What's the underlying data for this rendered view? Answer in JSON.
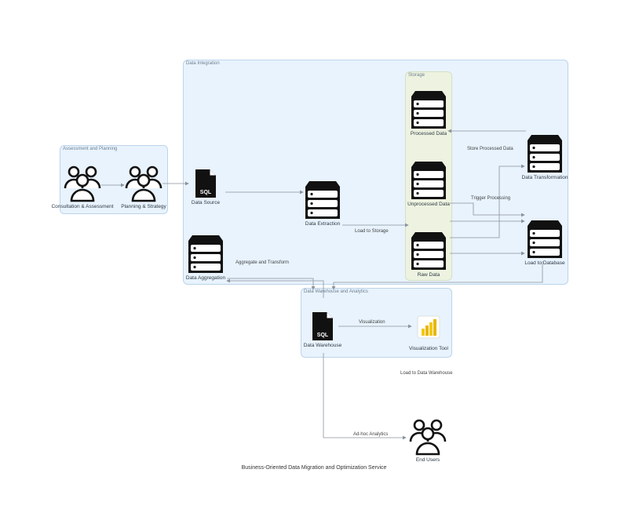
{
  "groups": {
    "assessment": "Assessment and Planning",
    "integration": "Data Integration",
    "storage": "Storage",
    "warehouse": "Data Warehouse and Analytics"
  },
  "nodes": {
    "consultation": "Consultation & Assessment",
    "planning": "Planning & Strategy",
    "data_source": "Data Source",
    "data_extraction": "Data Extraction",
    "data_aggregation": "Data Aggregation",
    "processed_data": "Processed Data",
    "unprocessed_data": "Unprocessed Data",
    "raw_data": "Raw Data",
    "data_transformation": "Data Transformation",
    "load_to_database": "Load to Database",
    "data_warehouse": "Data Warehouse",
    "visualization_tool": "Visualization Tool",
    "end_users": "End Users"
  },
  "edges": {
    "load_to_storage": "Load to Storage",
    "store_processed": "Store Processed Data",
    "trigger_processing": "Trigger Processing",
    "aggregate_transform": "Aggregate and Transform",
    "visualization": "Visualization",
    "load_to_warehouse": "Load to Data Warehouse",
    "adhoc": "Ad-hoc Analytics"
  },
  "title": "Business-Oriented Data Migration and Optimization Service",
  "colors": {
    "line": "#8a939c",
    "icon": "#111111",
    "powerbi": "#f2c811"
  }
}
